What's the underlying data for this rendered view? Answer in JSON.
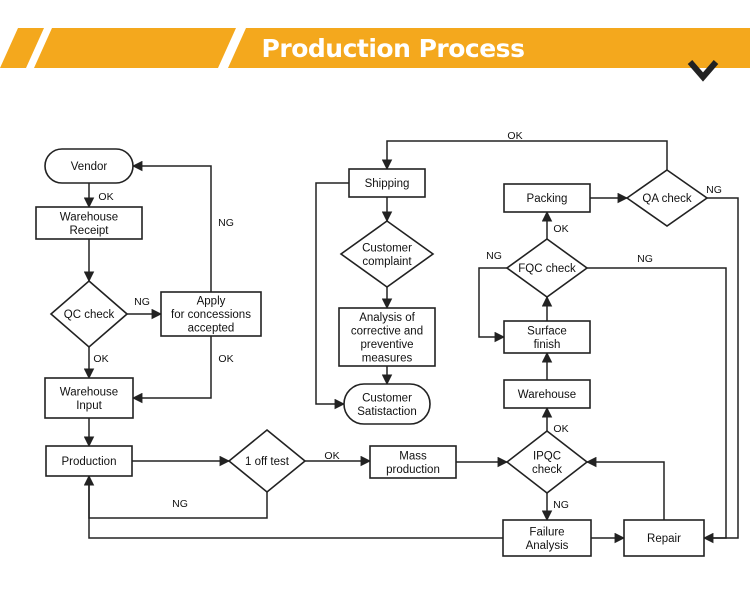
{
  "header": {
    "title": "Production Process",
    "accent": "#f4a81d",
    "icon": "chevron-down-icon"
  },
  "nodes": {
    "vendor": [
      "Vendor"
    ],
    "warehouse_receipt": [
      "Warehouse",
      "Receipt"
    ],
    "qc_check": [
      "QC check"
    ],
    "apply_concessions": [
      "Apply",
      "for concessions",
      "accepted"
    ],
    "warehouse_input": [
      "Warehouse",
      "Input"
    ],
    "production": [
      "Production"
    ],
    "one_off_test": [
      "1 off test"
    ],
    "mass_production": [
      "Mass",
      "production"
    ],
    "shipping": [
      "Shipping"
    ],
    "customer_complaint": [
      "Customer",
      "complaint"
    ],
    "analysis": [
      "Analysis of",
      "corrective and",
      "preventive",
      "measures"
    ],
    "customer_satisfaction": [
      "Customer",
      "Satistaction"
    ],
    "packing": [
      "Packing"
    ],
    "qa_check": [
      "QA check"
    ],
    "fqc_check": [
      "FQC check"
    ],
    "surface_finish": [
      "Surface",
      "finish"
    ],
    "warehouse": [
      "Warehouse"
    ],
    "ipqc_check": [
      "IPQC",
      "check"
    ],
    "failure_analysis": [
      "Failure",
      "Analysis"
    ],
    "repair": [
      "Repair"
    ]
  },
  "labels": {
    "ok": "OK",
    "ng": "NG"
  }
}
